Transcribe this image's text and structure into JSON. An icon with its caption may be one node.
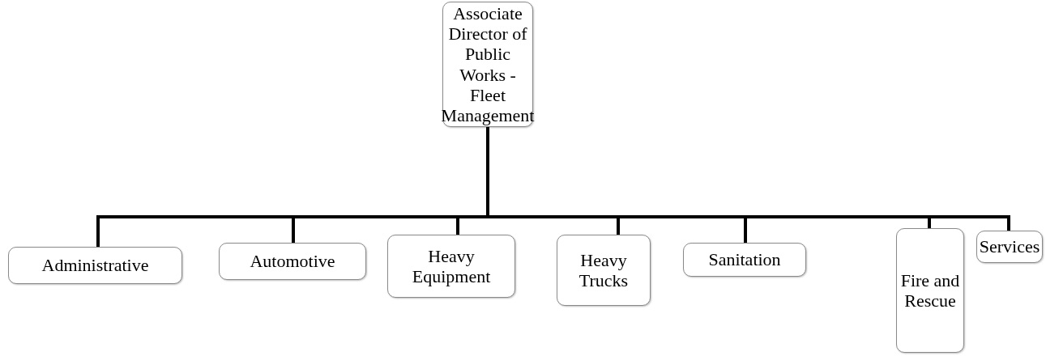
{
  "diagram": {
    "nodes": [
      {
        "text": [
          "Associate Director of Public Works - Fleet Management"
        ]
      },
      {
        "text": [
          "Administrative"
        ]
      },
      {
        "text": [
          "Automotive"
        ]
      },
      {
        "text": [
          "Heavy Equipment"
        ]
      },
      {
        "text": [
          "Heavy Trucks"
        ]
      },
      {
        "text": [
          "Sanitation"
        ]
      },
      {
        "text": [
          "Fire and Rescue"
        ]
      },
      {
        "text": [
          "Services"
        ]
      }
    ],
    "edges": [
      {
        "from": 0,
        "to": 1,
        "arrow": "none"
      },
      {
        "from": 0,
        "to": 2,
        "arrow": "none"
      },
      {
        "from": 0,
        "to": 3,
        "arrow": "none"
      },
      {
        "from": 0,
        "to": 4,
        "arrow": "none"
      },
      {
        "from": 0,
        "to": 5,
        "arrow": "none"
      },
      {
        "from": 0,
        "to": 6,
        "arrow": "none"
      },
      {
        "from": 0,
        "to": 7,
        "arrow": "none"
      }
    ]
  }
}
